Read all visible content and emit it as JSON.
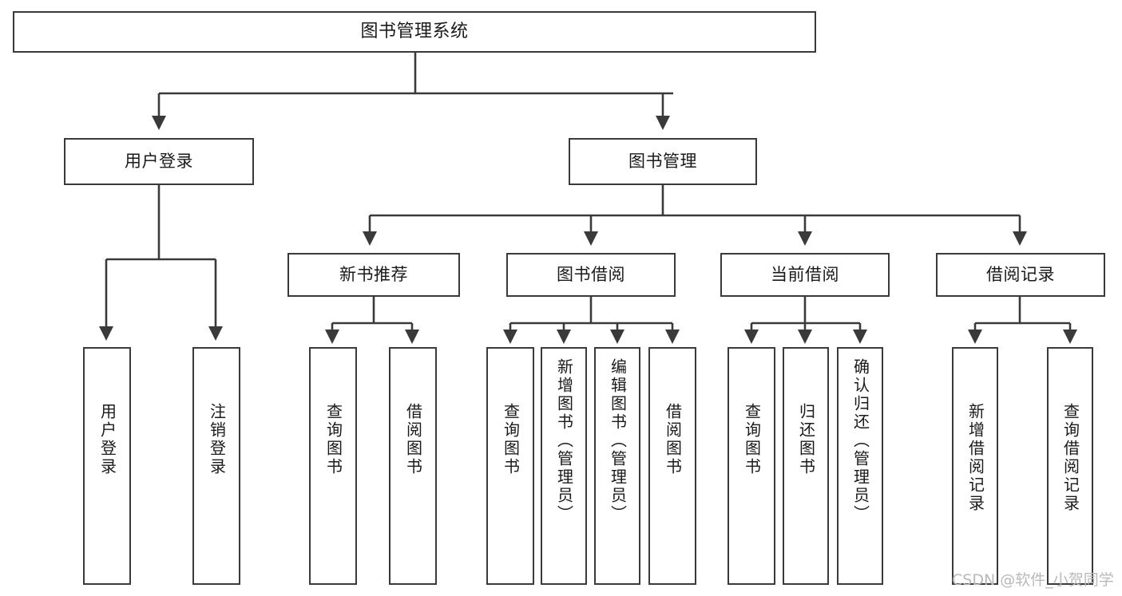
{
  "diagram": {
    "title_node": {
      "label": "图书管理系统"
    },
    "level1": [
      {
        "label": "用户登录"
      },
      {
        "label": "图书管理"
      }
    ],
    "level2": [
      {
        "label": "新书推荐"
      },
      {
        "label": "图书借阅"
      },
      {
        "label": "当前借阅"
      },
      {
        "label": "借阅记录"
      }
    ],
    "leaves": {
      "user_login": [
        {
          "label": "用户登录"
        },
        {
          "label": "注销登录"
        }
      ],
      "new_book_recommend": [
        {
          "label": "查询图书"
        },
        {
          "label": "借阅图书"
        }
      ],
      "book_borrow": [
        {
          "label": "查询图书"
        },
        {
          "label": "新增图书（管理员）"
        },
        {
          "label": "编辑图书（管理员）"
        },
        {
          "label": "借阅图书"
        }
      ],
      "current_borrow": [
        {
          "label": "查询图书"
        },
        {
          "label": "归还图书"
        },
        {
          "label": "确认归还（管理员）"
        }
      ],
      "borrow_records": [
        {
          "label": "新增借阅记录"
        },
        {
          "label": "查询借阅记录"
        }
      ]
    }
  },
  "watermark": {
    "text": "CSDN @软件_小贺同学"
  },
  "colors": {
    "border": "#3a3a3a",
    "text": "#1a1a1a",
    "background": "#ffffff",
    "watermark": "#b9b9b9"
  }
}
